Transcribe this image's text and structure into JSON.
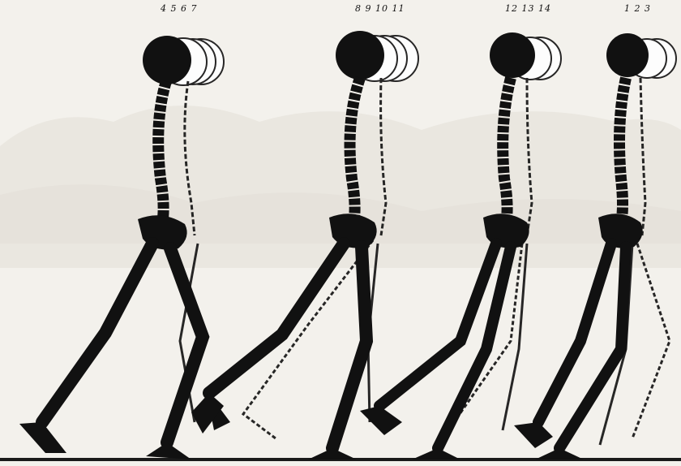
{
  "frame_labels": [
    "4 5 6 7",
    "8 9 10 11",
    "12 13 14",
    "1 2 3"
  ],
  "colors": {
    "background": "#f3f1ec",
    "ink": "#111111",
    "bone_light": "#ffffff",
    "faded_image": "#ddd9d1",
    "ground": "#1a1a1a"
  }
}
